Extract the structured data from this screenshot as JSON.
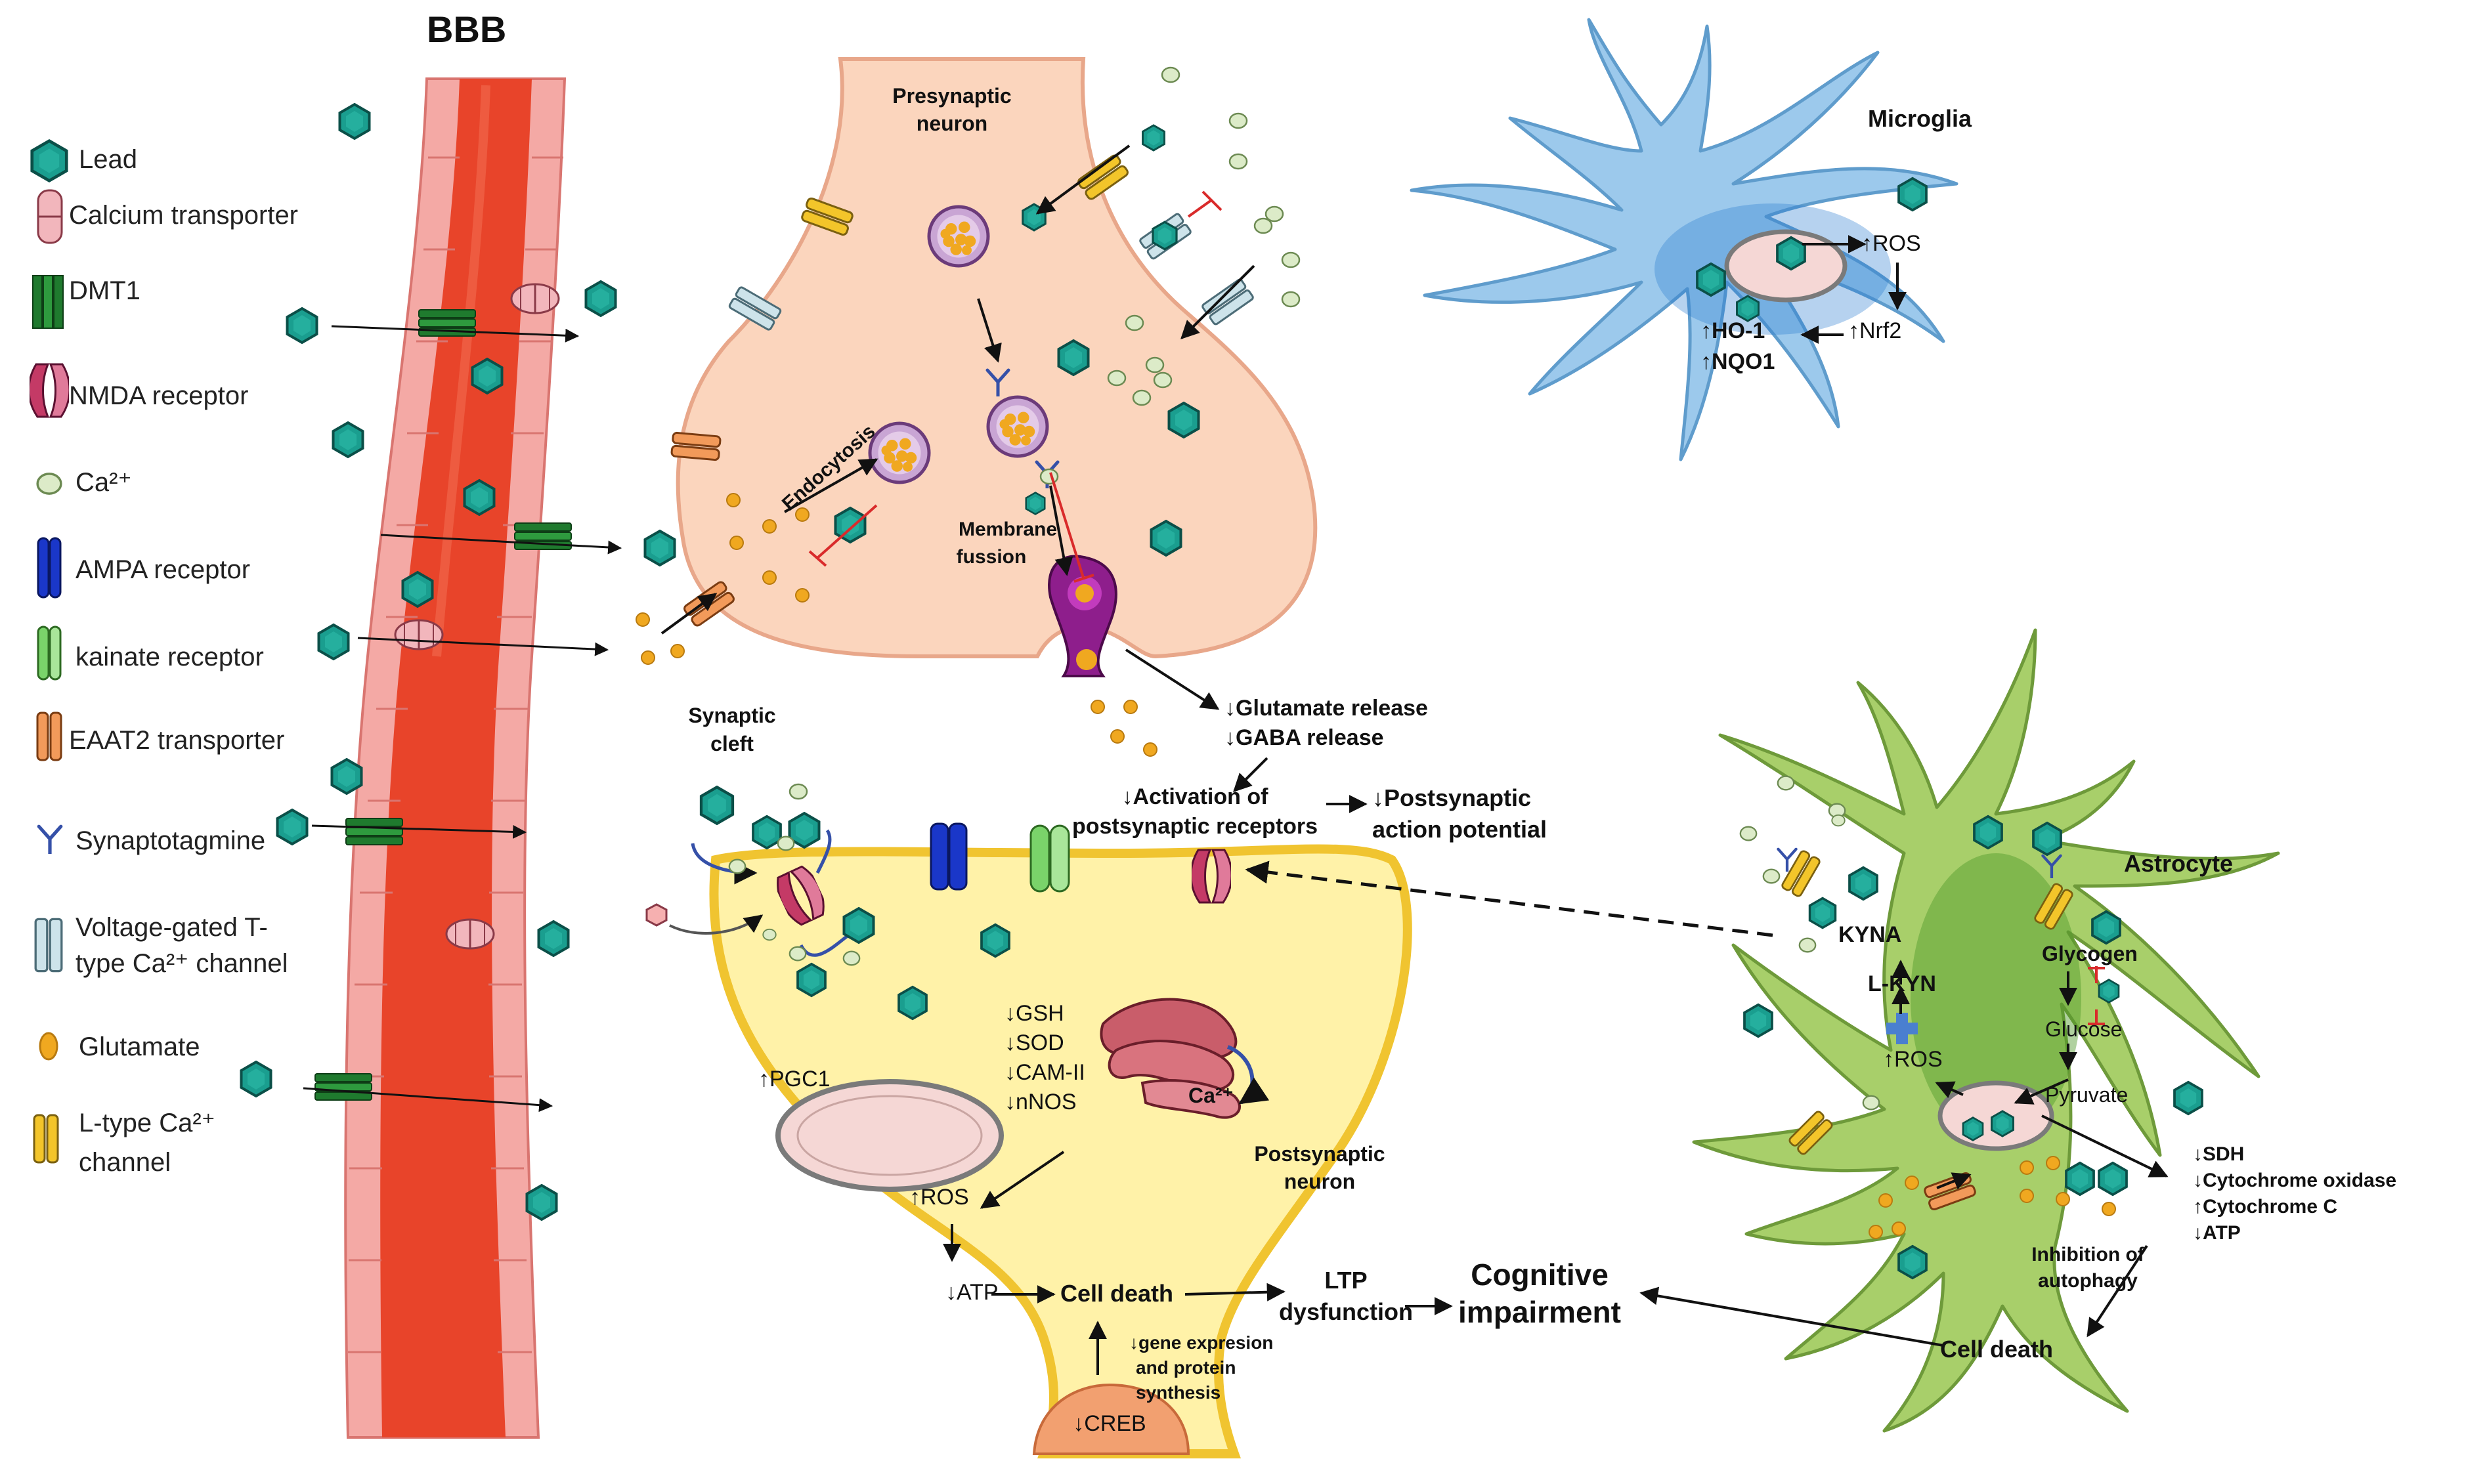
{
  "title": "BBB",
  "legend": {
    "lead": "Lead",
    "calcium_transporter": "Calcium transporter",
    "dmt1": "DMT1",
    "nmda": "NMDA receptor",
    "ca": "Ca²⁺",
    "ampa": "AMPA receptor",
    "kainate": "kainate receptor",
    "eaat2": "EAAT2 transporter",
    "synaptotagmine": "Synaptotagmine",
    "vgtt_1": "Voltage-gated T-",
    "vgtt_2": "type Ca²⁺ channel",
    "glutamate": "Glutamate",
    "ltype_1": "L-type Ca²⁺",
    "ltype_2": "channel"
  },
  "presynaptic": {
    "title_1": "Presynaptic",
    "title_2": "neuron",
    "endocytosis": "Endocytosis",
    "membrane_1": "Membrane",
    "membrane_2": "fussion",
    "synaptic_1": "Synaptic",
    "synaptic_2": "cleft",
    "glutamate_release": "↓Glutamate release",
    "gaba_release": "↓GABA release",
    "activation_1": "↓Activation of",
    "activation_2": "postsynaptic receptors",
    "postsyn_ap_1": "↓Postsynaptic",
    "postsyn_ap_2": "action potential"
  },
  "postsynaptic": {
    "title_1": "Postsynaptic",
    "title_2": "neuron",
    "pgc1": "↑PGC1",
    "gsh": "↓GSH",
    "sod": "↓SOD",
    "cam": "↓CAM-II",
    "nnos": "↓nNOS",
    "ca2": "Ca²⁺",
    "ros": "↑ROS",
    "atp": "↓ATP",
    "cell_death": "Cell death",
    "gene_1": "↓gene expresion",
    "gene_2": "and protein",
    "gene_3": "synthesis",
    "creb": "↓CREB",
    "ltp_1": "LTP",
    "ltp_2": "dysfunction",
    "cognitive_1": "Cognitive",
    "cognitive_2": "impairment"
  },
  "microglia": {
    "title": "Microglia",
    "ros": "↑ROS",
    "nrf2": "↑Nrf2",
    "ho1": "↑HO-1",
    "nqo1": "↑NQO1"
  },
  "astrocyte": {
    "title": "Astrocyte",
    "kyna": "KYNA",
    "lkyn": "L-KYN",
    "ros": "↑ROS",
    "glycogen": "Glycogen",
    "glucose": "Glucose",
    "pyruvate": "Pyruvate",
    "sdh": "↓SDH",
    "cyto_oxidase": "↓Cytochrome oxidase",
    "cyto_c": "↑Cytochrome C",
    "atp": "↓ATP",
    "inhibition_1": "Inhibition of",
    "inhibition_2": "autophagy",
    "cell_death": "Cell death"
  },
  "colors": {
    "lead": "#1a9e8f",
    "vessel": "#e8442a",
    "vessel_wall": "#f4a9a5",
    "presynaptic": "#fbd5bd",
    "postsynaptic": "#fff2a8",
    "microglia": "#9cc9ec",
    "astrocyte": "#a8cf6a",
    "glutamate": "#f0a820",
    "calcium": "#dcebc8"
  }
}
